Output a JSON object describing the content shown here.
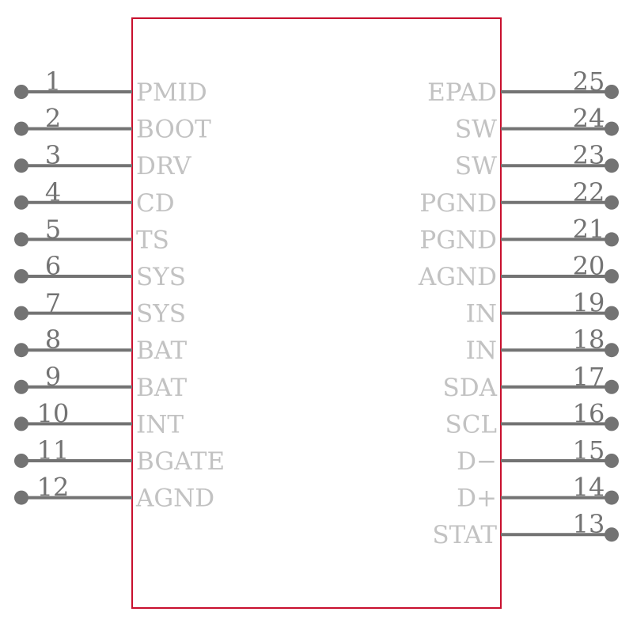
{
  "colors": {
    "body_outline": "#c8102e",
    "pin_line": "#737373",
    "pin_number": "#737373",
    "pin_name": "#c2c2c2",
    "background": "#ffffff"
  },
  "component": {
    "left_pins": [
      {
        "number": "1",
        "name": "PMID"
      },
      {
        "number": "2",
        "name": "BOOT"
      },
      {
        "number": "3",
        "name": "DRV"
      },
      {
        "number": "4",
        "name": "CD"
      },
      {
        "number": "5",
        "name": "TS"
      },
      {
        "number": "6",
        "name": "SYS"
      },
      {
        "number": "7",
        "name": "SYS"
      },
      {
        "number": "8",
        "name": "BAT"
      },
      {
        "number": "9",
        "name": "BAT"
      },
      {
        "number": "10",
        "name": "INT"
      },
      {
        "number": "11",
        "name": "BGATE"
      },
      {
        "number": "12",
        "name": "AGND"
      }
    ],
    "right_pins": [
      {
        "number": "25",
        "name": "EPAD"
      },
      {
        "number": "24",
        "name": "SW"
      },
      {
        "number": "23",
        "name": "SW"
      },
      {
        "number": "22",
        "name": "PGND"
      },
      {
        "number": "21",
        "name": "PGND"
      },
      {
        "number": "20",
        "name": "AGND"
      },
      {
        "number": "19",
        "name": "IN"
      },
      {
        "number": "18",
        "name": "IN"
      },
      {
        "number": "17",
        "name": "SDA"
      },
      {
        "number": "16",
        "name": "SCL"
      },
      {
        "number": "15",
        "name": "D−"
      },
      {
        "number": "14",
        "name": "D+"
      },
      {
        "number": "13",
        "name": "STAT"
      }
    ]
  }
}
